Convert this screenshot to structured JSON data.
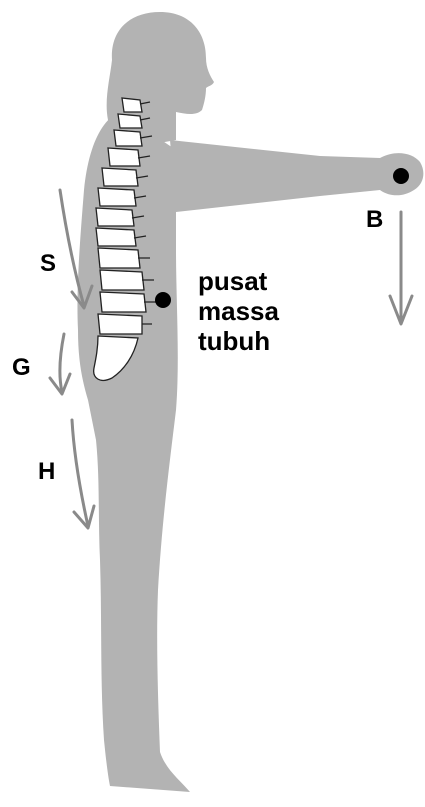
{
  "labels": {
    "center_of_mass": [
      "pusat",
      "massa",
      "tubuh"
    ],
    "arrow_s": "S",
    "arrow_g": "G",
    "arrow_h": "H",
    "arrow_b": "B"
  },
  "colors": {
    "body": "#b3b3b3",
    "arrow": "#8a8a8a",
    "spine": "#ffffff",
    "outline": "#222222",
    "dot": "#000000"
  }
}
